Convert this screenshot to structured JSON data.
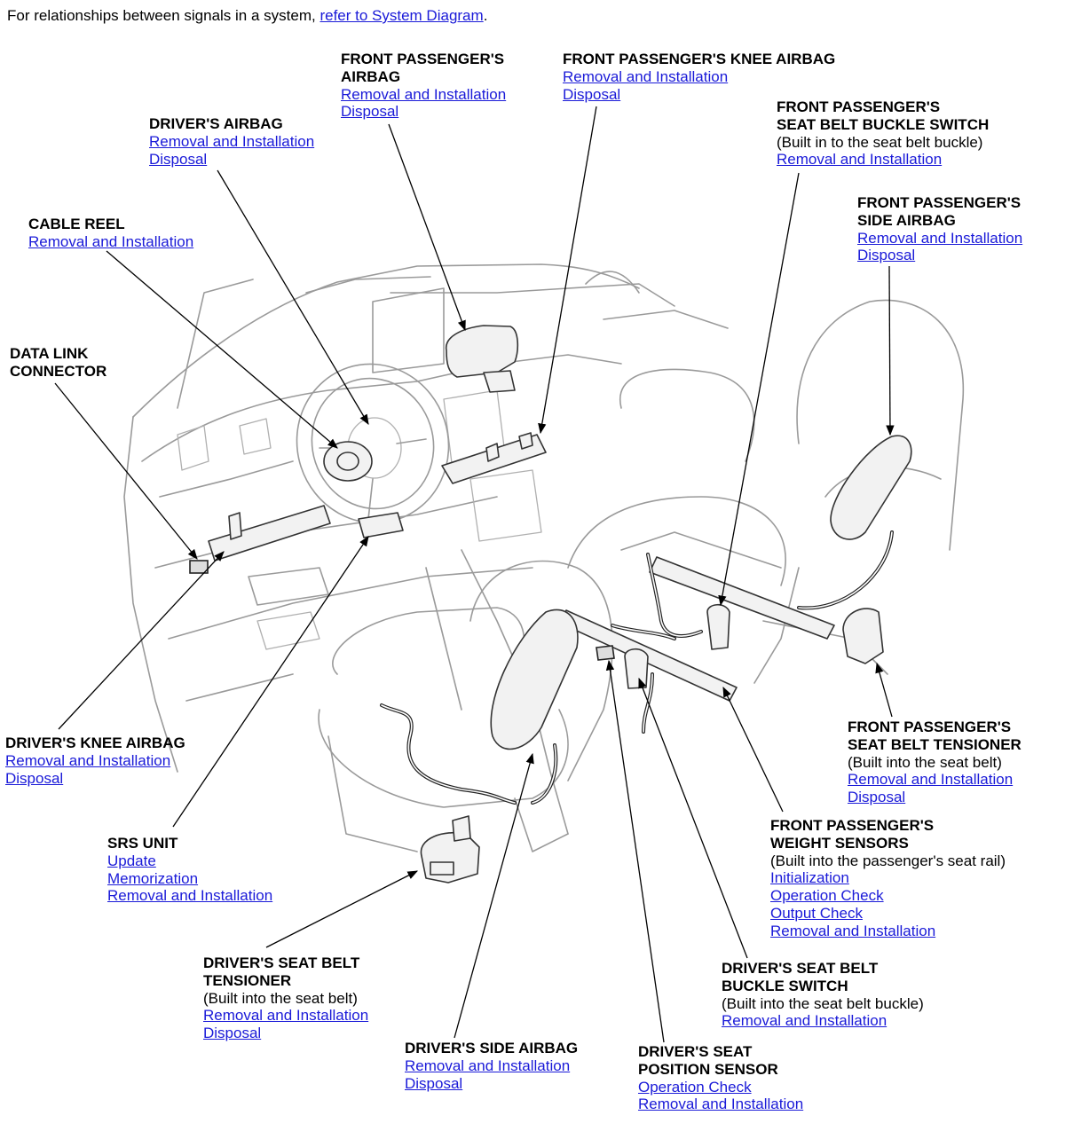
{
  "intro": {
    "text": "For relationships between signals in a system, ",
    "link": "refer to System Diagram",
    "end": "."
  },
  "callouts": {
    "front_passenger_airbag": {
      "title1": "FRONT PASSENGER'S",
      "title2": "AIRBAG",
      "link1": "Removal and Installation",
      "link2": "Disposal"
    },
    "front_passenger_knee_airbag": {
      "title1": "FRONT PASSENGER'S KNEE AIRBAG",
      "link1": "Removal and Installation",
      "link2": "Disposal"
    },
    "drivers_airbag": {
      "title1": "DRIVER'S AIRBAG",
      "link1": "Removal and Installation",
      "link2": "Disposal"
    },
    "front_passenger_buckle_switch": {
      "title1": "FRONT PASSENGER'S",
      "title2": "SEAT BELT BUCKLE SWITCH",
      "note": "(Built in to the seat belt buckle)",
      "link1": "Removal and Installation"
    },
    "front_passenger_side_airbag": {
      "title1": "FRONT PASSENGER'S",
      "title2": "SIDE AIRBAG",
      "link1": "Removal and Installation",
      "link2": "Disposal"
    },
    "cable_reel": {
      "title1": "CABLE REEL",
      "link1": "Removal and Installation"
    },
    "data_link_connector": {
      "title1": "DATA LINK",
      "title2": "CONNECTOR"
    },
    "front_passenger_tensioner": {
      "title1": "FRONT PASSENGER'S",
      "title2": "SEAT BELT TENSIONER",
      "note": "(Built into the seat belt)",
      "link1": "Removal and Installation",
      "link2": "Disposal"
    },
    "drivers_knee_airbag": {
      "title1": "DRIVER'S KNEE AIRBAG",
      "link1": "Removal and Installation",
      "link2": "Disposal"
    },
    "front_passenger_weight_sensors": {
      "title1": "FRONT PASSENGER'S",
      "title2": "WEIGHT SENSORS",
      "note": "(Built into the passenger's seat rail)",
      "link1": "Initialization",
      "link2": "Operation Check",
      "link3": "Output Check",
      "link4": "Removal and Installation"
    },
    "srs_unit": {
      "title1": "SRS UNIT",
      "link1": "Update",
      "link2": "Memorization",
      "link3": "Removal and Installation"
    },
    "drivers_tensioner": {
      "title1": "DRIVER'S SEAT BELT",
      "title2": "TENSIONER",
      "note": "(Built into the seat belt)",
      "link1": "Removal and Installation",
      "link2": "Disposal"
    },
    "drivers_buckle_switch": {
      "title1": "DRIVER'S SEAT BELT",
      "title2": "BUCKLE SWITCH",
      "note": "(Built into the seat belt buckle)",
      "link1": "Removal and Installation"
    },
    "drivers_side_airbag": {
      "title1": "DRIVER'S SIDE AIRBAG",
      "link1": "Removal and Installation",
      "link2": "Disposal"
    },
    "drivers_seat_position_sensor": {
      "title1": "DRIVER'S SEAT",
      "title2": "POSITION SENSOR",
      "link1": "Operation Check",
      "link2": "Removal and Installation"
    }
  }
}
